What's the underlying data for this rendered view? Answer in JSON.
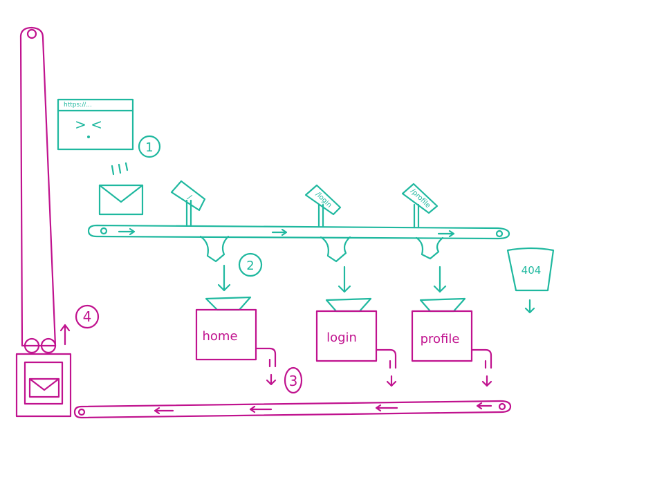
{
  "colors": {
    "request_belt": "#1fb89f",
    "response_belt": "#c0128e",
    "background": "#ffffff"
  },
  "browser": {
    "url_text": "https://...",
    "face_text": "> <"
  },
  "step_markers": [
    "1",
    "2",
    "3",
    "4"
  ],
  "signposts": [
    "/",
    "/login",
    "/profile"
  ],
  "fallback_bin": {
    "label": "404"
  },
  "handlers": [
    "home",
    "login",
    "profile"
  ],
  "icons": [
    "browser-window-icon",
    "envelope-icon",
    "signpost-icon",
    "funnel-icon",
    "chute-icon",
    "mailbox-icon",
    "conveyor-belt-icon",
    "arrow-icon"
  ]
}
